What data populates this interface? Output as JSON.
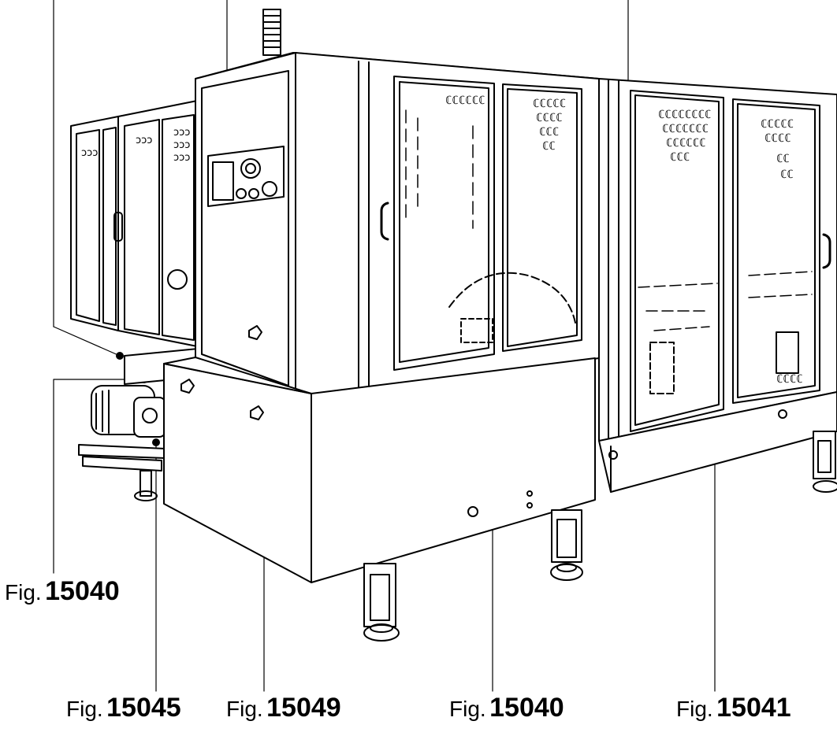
{
  "figure": {
    "callouts": [
      {
        "id": "c1",
        "prefix": "Fig.",
        "number": "15040"
      },
      {
        "id": "c2",
        "prefix": "Fig.",
        "number": "15045"
      },
      {
        "id": "c3",
        "prefix": "Fig.",
        "number": "15049"
      },
      {
        "id": "c4",
        "prefix": "Fig.",
        "number": "15040"
      },
      {
        "id": "c5",
        "prefix": "Fig.",
        "number": "15041"
      }
    ]
  },
  "colors": {
    "line": "#000000",
    "background": "#ffffff"
  }
}
